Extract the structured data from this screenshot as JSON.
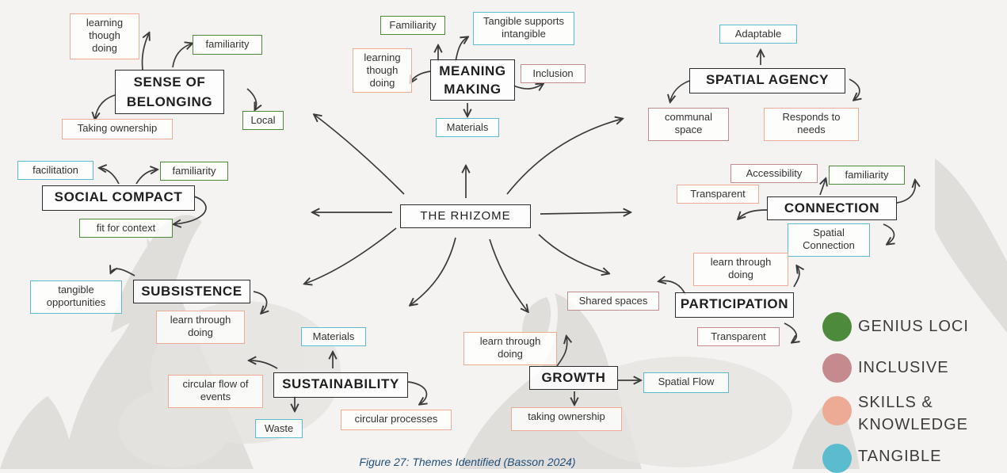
{
  "diagram": {
    "center": "THE RHIZOME",
    "themes": {
      "belonging": {
        "title_line1": "SENSE OF",
        "title_line2": "BELONGING"
      },
      "meaning": {
        "title_line1": "MEANING",
        "title_line2": "MAKING"
      },
      "agency": {
        "title": "SPATIAL AGENCY"
      },
      "social": {
        "title": "SOCIAL COMPACT"
      },
      "connection": {
        "title": "CONNECTION"
      },
      "subsistence": {
        "title": "SUBSISTENCE"
      },
      "participation": {
        "title": "PARTICIPATION"
      },
      "sustainability": {
        "title": "SUSTAINABILITY"
      },
      "growth": {
        "title": "GROWTH"
      }
    },
    "tags": {
      "b_learning_1": "learning",
      "b_learning_2": "though",
      "b_learning_3": "doing",
      "b_familiarity": "familiarity",
      "b_ownership": "Taking ownership",
      "b_local": "Local",
      "m_familiarity": "Familiarity",
      "m_tangible_1": "Tangible supports",
      "m_tangible_2": "intangible",
      "m_learning_1": "learning",
      "m_learning_2": "though",
      "m_learning_3": "doing",
      "m_inclusion": "Inclusion",
      "m_materials": "Materials",
      "a_adaptable": "Adaptable",
      "a_communal_1": "communal",
      "a_communal_2": "space",
      "a_responds_1": "Responds to",
      "a_responds_2": "needs",
      "s_facilitation": "facilitation",
      "s_familiarity": "familiarity",
      "s_fit": "fit for context",
      "c_accessibility": "Accessibility",
      "c_familiarity": "familiarity",
      "c_transparent": "Transparent",
      "c_spatial_1": "Spatial",
      "c_spatial_2": "Connection",
      "sub_tangible_1": "tangible",
      "sub_tangible_2": "opportunities",
      "sub_learn_1": "learn through",
      "sub_learn_2": "doing",
      "p_learn_1": "learn through",
      "p_learn_2": "doing",
      "p_shared": "Shared spaces",
      "p_transparent": "Transparent",
      "su_materials": "Materials",
      "su_circular_flow_1": "circular flow of",
      "su_circular_flow_2": "events",
      "su_waste": "Waste",
      "su_circular_proc": "circular processes",
      "g_learn_1": "learn through",
      "g_learn_2": "doing",
      "g_spatial_flow": "Spatial Flow",
      "g_ownership": "taking ownership"
    }
  },
  "legend": [
    {
      "label": "GENIUS LOCI",
      "color": "#4e8a3c"
    },
    {
      "label": "INCLUSIVE",
      "color": "#c48a8e"
    },
    {
      "label_line1": "SKILLS &",
      "label_line2": "KNOWLEDGE",
      "color": "#ecab92"
    },
    {
      "label": "TANGIBLE",
      "color": "#5bbccf"
    }
  ],
  "caption": "Figure 27: Themes Identified (Basson 2024)"
}
